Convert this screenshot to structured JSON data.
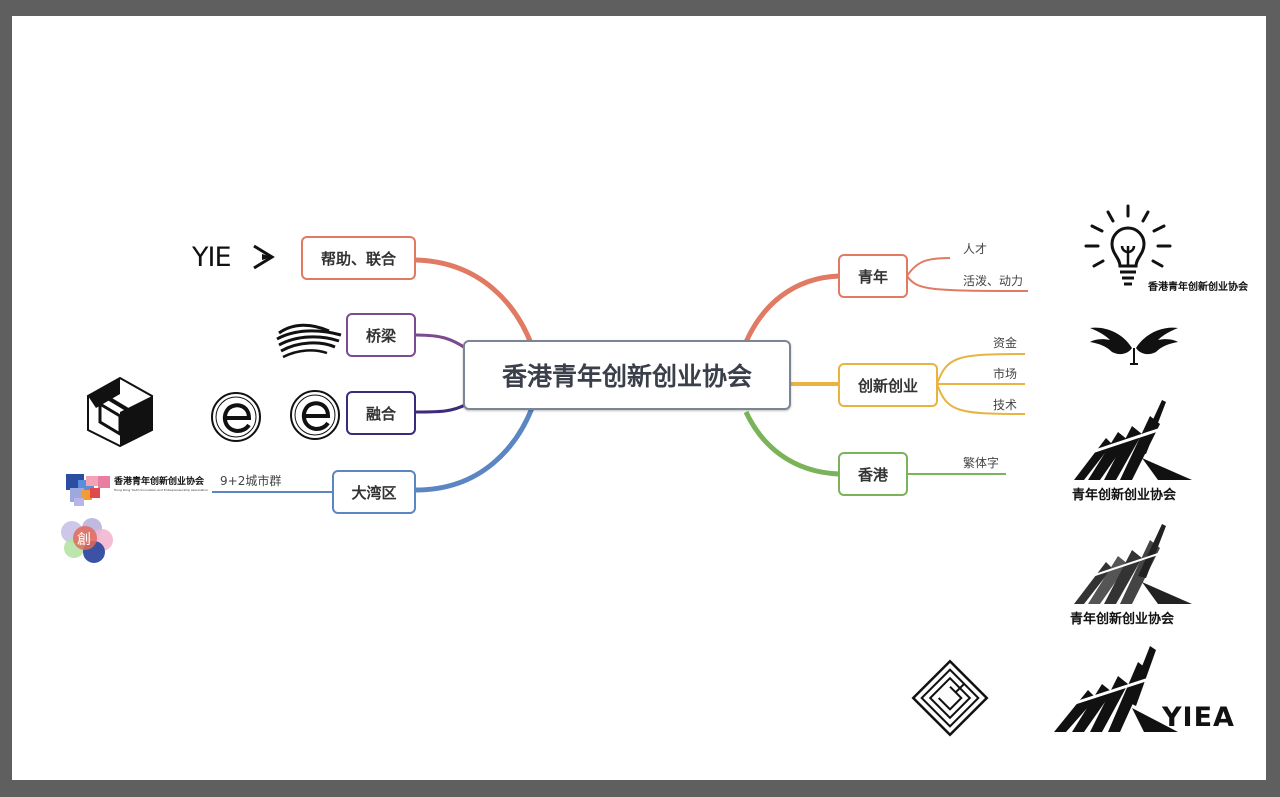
{
  "mindmap": {
    "central": "香港青年创新创业协会",
    "left_branches": [
      {
        "label": "帮助、联合",
        "color": "#e07a63"
      },
      {
        "label": "桥梁",
        "color": "#7c4a8f"
      },
      {
        "label": "融合",
        "color": "#3c2a7a"
      },
      {
        "label": "大湾区",
        "color": "#5b86c2",
        "sub": "9+2城市群"
      }
    ],
    "right_branches": [
      {
        "label": "青年",
        "color": "#e07a63",
        "subs": [
          "人才",
          "活泼、动力"
        ]
      },
      {
        "label": "创新创业",
        "color": "#e8b341",
        "subs": [
          "资金",
          "市场",
          "技术"
        ]
      },
      {
        "label": "香港",
        "color": "#7ab35a",
        "subs": [
          "繁体字"
        ]
      }
    ]
  },
  "logos": {
    "yie_wordmark": "YIE",
    "small_bar_logo_text": "香港青年创新创业协会",
    "small_bar_logo_subtext": "Hong Kong Youth Innovation and Entrepreneurship Association",
    "chuang_circle_char": "創",
    "bulb_logo_text": "香港青年创新创业协会",
    "stripe_logo_text_1": "青年创新创业协会",
    "stripe_logo_text_2": "青年创新创业协会",
    "yiea_wordmark": "YIEA"
  }
}
